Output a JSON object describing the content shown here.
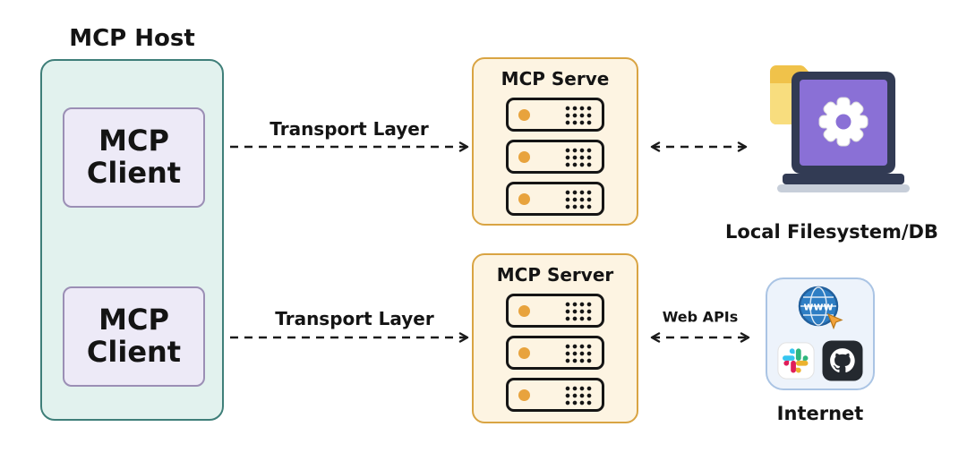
{
  "host": {
    "label": "MCP Host",
    "clients": [
      {
        "line1": "MCP",
        "line2": "Client"
      },
      {
        "line1": "MCP",
        "line2": "Client"
      }
    ]
  },
  "servers": [
    {
      "title": "MCP Serve"
    },
    {
      "title": "MCP Server"
    }
  ],
  "connections": {
    "top_transport": {
      "label": "Transport Layer"
    },
    "bottom_transport": {
      "label": "Transport Layer"
    },
    "web_apis": {
      "label": "Web APIs"
    }
  },
  "endpoints": {
    "filesystem": {
      "label": "Local Filesystem/DB"
    },
    "internet": {
      "label": "Internet",
      "globe_text": "www"
    }
  },
  "icons": [
    "server-rack-icon",
    "folder-icon",
    "laptop-icon",
    "gear-icon",
    "globe-www-icon",
    "cursor-icon",
    "slack-icon",
    "github-icon"
  ],
  "colors": {
    "host_fill": "#e2f2ee",
    "host_border": "#3f7f79",
    "client_fill": "#edeaf7",
    "client_border": "#9b8fb5",
    "server_fill": "#fdf4e2",
    "server_border": "#d9a443",
    "rack_led": "#e8a33d",
    "arrow": "#1a1a1a",
    "internet_fill": "#edf3fb",
    "internet_border": "#aac4e4",
    "laptop_screen": "#8a70d6",
    "laptop_body": "#323b54",
    "folder_yellow": "#f3cd58",
    "globe_blue": "#2e7ec4",
    "slack_blue": "#36C5F0",
    "slack_green": "#2EB67D",
    "slack_yellow": "#ECB22E",
    "slack_red": "#E01E5A",
    "github_bg": "#24292f"
  }
}
